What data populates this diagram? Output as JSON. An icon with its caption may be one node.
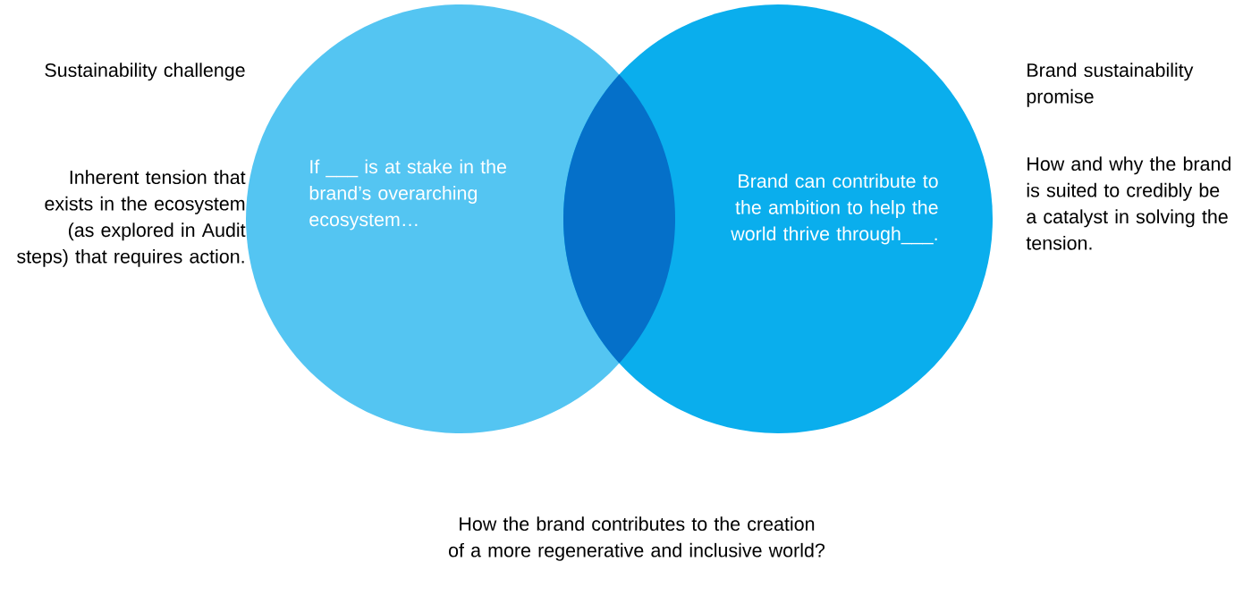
{
  "diagram": {
    "nodes": [
      {
        "text": [
          "If ___ is at stake in the brand’s overarching ecosystem…"
        ]
      },
      {
        "text": [
          "Brand can contribute to the ambition to help the world thrive through___."
        ]
      }
    ],
    "labels": [
      "Sustainability challenge",
      "Inherent tension that exists in the ecosystem (as explored in Audit steps) that requires action.",
      "Brand sustainability promise",
      "How and why the brand is suited to credibly be a catalyst in solving the tension.",
      "How the brand contributes to the creation of a more regenerative and inclusive world?"
    ]
  }
}
